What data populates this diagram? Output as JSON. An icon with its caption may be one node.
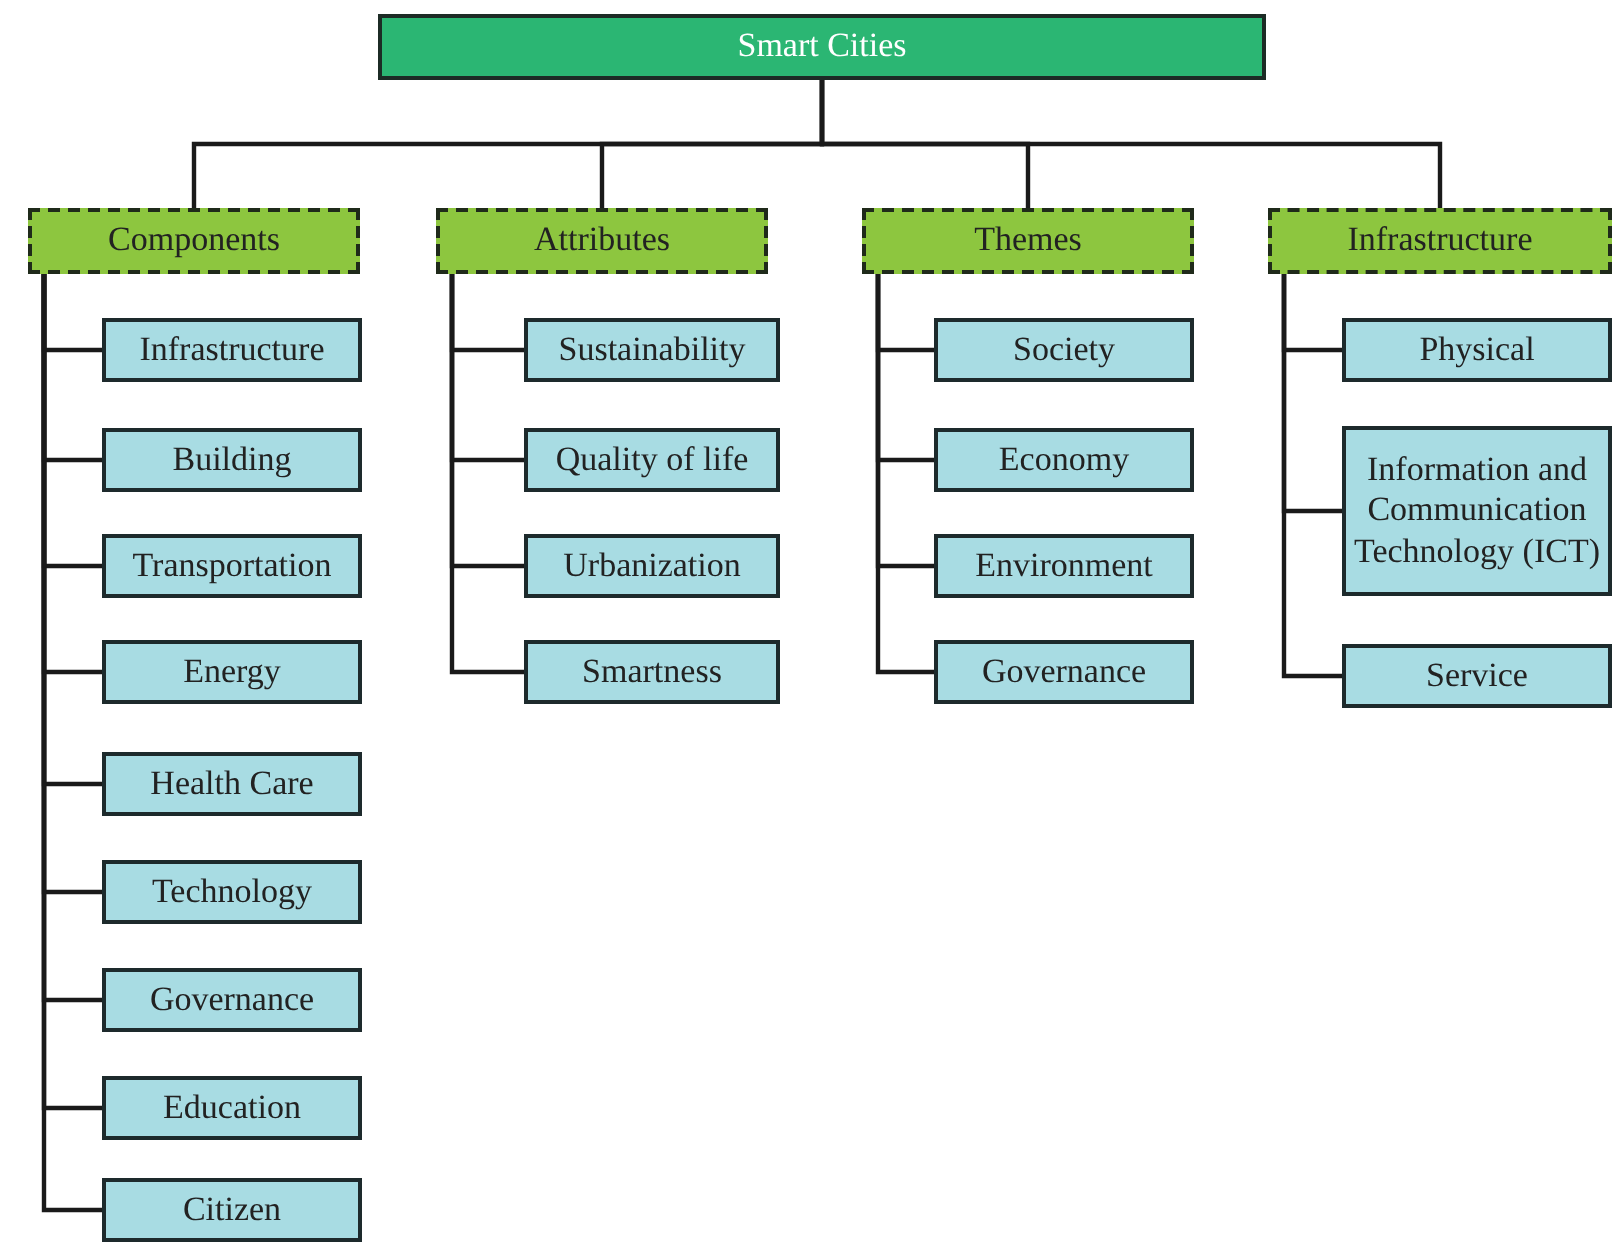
{
  "diagram": {
    "nodes": [
      {
        "text": [
          "Smart Cities"
        ]
      },
      {
        "text": [
          "Components"
        ]
      },
      {
        "text": [
          "Attributes"
        ]
      },
      {
        "text": [
          "Themes"
        ]
      },
      {
        "text": [
          "Infrastructure"
        ]
      },
      {
        "text": [
          "Infrastructure"
        ]
      },
      {
        "text": [
          "Building"
        ]
      },
      {
        "text": [
          "Transportation"
        ]
      },
      {
        "text": [
          "Energy"
        ]
      },
      {
        "text": [
          "Health Care"
        ]
      },
      {
        "text": [
          "Technology"
        ]
      },
      {
        "text": [
          "Governance"
        ]
      },
      {
        "text": [
          "Education"
        ]
      },
      {
        "text": [
          "Citizen"
        ]
      },
      {
        "text": [
          "Sustainability"
        ]
      },
      {
        "text": [
          "Quality of life"
        ]
      },
      {
        "text": [
          "Urbanization"
        ]
      },
      {
        "text": [
          "Smartness"
        ]
      },
      {
        "text": [
          "Society"
        ]
      },
      {
        "text": [
          "Economy"
        ]
      },
      {
        "text": [
          "Environment"
        ]
      },
      {
        "text": [
          "Governance"
        ]
      },
      {
        "text": [
          "Physical"
        ]
      },
      {
        "text": [
          "Information and Communication Technology (ICT)"
        ]
      },
      {
        "text": [
          "Service"
        ]
      }
    ],
    "edges": [
      {
        "from": 0,
        "to": 1,
        "arrow": "none"
      },
      {
        "from": 0,
        "to": 2,
        "arrow": "none"
      },
      {
        "from": 0,
        "to": 3,
        "arrow": "none"
      },
      {
        "from": 0,
        "to": 4,
        "arrow": "none"
      },
      {
        "from": 1,
        "to": 5,
        "arrow": "none"
      },
      {
        "from": 1,
        "to": 6,
        "arrow": "none"
      },
      {
        "from": 1,
        "to": 7,
        "arrow": "none"
      },
      {
        "from": 1,
        "to": 8,
        "arrow": "none"
      },
      {
        "from": 1,
        "to": 9,
        "arrow": "none"
      },
      {
        "from": 1,
        "to": 10,
        "arrow": "none"
      },
      {
        "from": 1,
        "to": 11,
        "arrow": "none"
      },
      {
        "from": 1,
        "to": 12,
        "arrow": "none"
      },
      {
        "from": 1,
        "to": 13,
        "arrow": "none"
      },
      {
        "from": 2,
        "to": 14,
        "arrow": "none"
      },
      {
        "from": 2,
        "to": 15,
        "arrow": "none"
      },
      {
        "from": 2,
        "to": 16,
        "arrow": "none"
      },
      {
        "from": 2,
        "to": 17,
        "arrow": "none"
      },
      {
        "from": 3,
        "to": 18,
        "arrow": "none"
      },
      {
        "from": 3,
        "to": 19,
        "arrow": "none"
      },
      {
        "from": 3,
        "to": 20,
        "arrow": "none"
      },
      {
        "from": 3,
        "to": 21,
        "arrow": "none"
      },
      {
        "from": 4,
        "to": 22,
        "arrow": "none"
      },
      {
        "from": 4,
        "to": 23,
        "arrow": "none"
      },
      {
        "from": 4,
        "to": 24,
        "arrow": "none"
      }
    ]
  }
}
